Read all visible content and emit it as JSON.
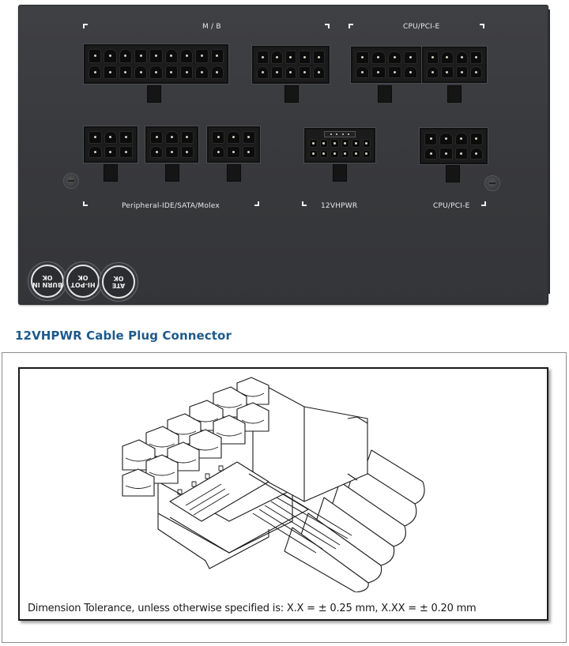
{
  "psu_panel": {
    "labels": {
      "mb": "M / B",
      "cpu_pcie_top": "CPU/PCI-E",
      "peripheral": "Peripheral-IDE/SATA/Molex",
      "vhpwr": "12VHPWR",
      "cpu_pcie_bottom": "CPU/PCI-E"
    },
    "connectors": [
      {
        "name": "mb-24pin",
        "group": "M/B",
        "pins": 18,
        "rows": 2
      },
      {
        "name": "mb-10pin",
        "group": "M/B",
        "pins": 10,
        "rows": 2
      },
      {
        "name": "cpu-pcie-8pin-1",
        "group": "CPU/PCI-E",
        "pins": 8,
        "rows": 2
      },
      {
        "name": "cpu-pcie-8pin-2",
        "group": "CPU/PCI-E",
        "pins": 8,
        "rows": 2
      },
      {
        "name": "peripheral-6pin-1",
        "group": "Peripheral-IDE/SATA/Molex",
        "pins": 6,
        "rows": 2
      },
      {
        "name": "peripheral-6pin-2",
        "group": "Peripheral-IDE/SATA/Molex",
        "pins": 6,
        "rows": 2
      },
      {
        "name": "peripheral-6pin-3",
        "group": "Peripheral-IDE/SATA/Molex",
        "pins": 6,
        "rows": 2
      },
      {
        "name": "12vhpwr-16pin",
        "group": "12VHPWR",
        "pins": 12,
        "rows": 2,
        "sense_pins": 4
      },
      {
        "name": "cpu-pcie-8pin-3",
        "group": "CPU/PCI-E",
        "pins": 8,
        "rows": 2
      }
    ],
    "qc_badges": [
      {
        "line1": "BURN IN",
        "line2": "OK"
      },
      {
        "line1": "HI-POT",
        "line2": "OK"
      },
      {
        "line1": "ATE",
        "line2": "OK"
      }
    ],
    "colors": {
      "panel": "#3a3b3e",
      "label": "#e8e8e8"
    }
  },
  "section": {
    "title": "12VHPWR Cable Plug Connector",
    "title_color": "#1f5a8a"
  },
  "drawing": {
    "subject": "12VHPWR cable plug connector isometric line drawing",
    "tolerance_note": "Dimension Tolerance, unless otherwise specified is:  X.X = ± 0.25 mm, X.XX = ± 0.20 mm"
  }
}
